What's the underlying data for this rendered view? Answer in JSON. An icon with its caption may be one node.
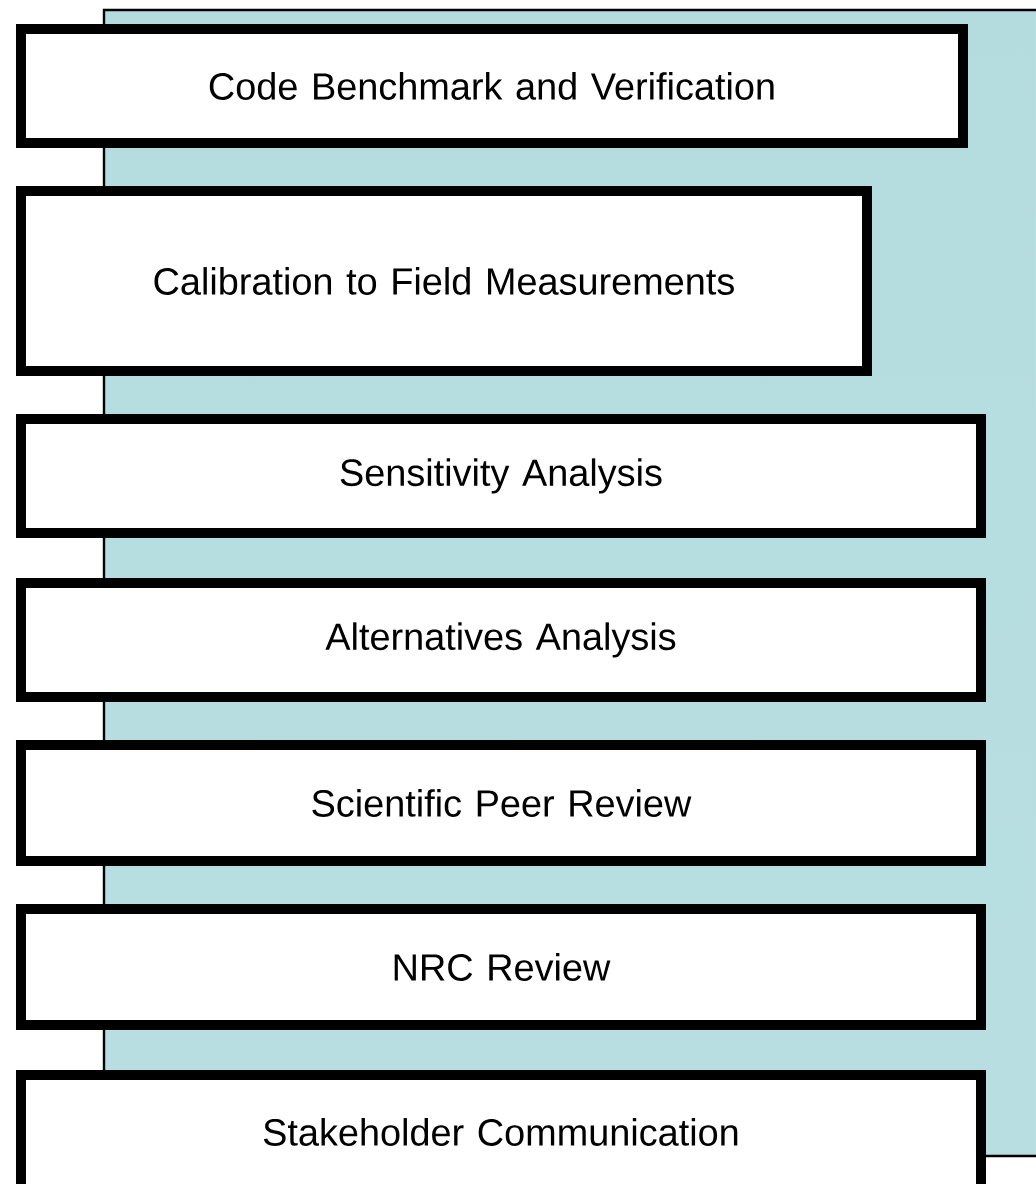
{
  "diagram": {
    "nodes": [
      {
        "text": [
          "Code Benchmark and Verification"
        ]
      },
      {
        "text": [
          "Calibration to Field Measurements"
        ]
      },
      {
        "text": [
          "Sensitivity Analysis"
        ]
      },
      {
        "text": [
          "Alternatives Analysis"
        ]
      },
      {
        "text": [
          "Scientific Peer Review"
        ]
      },
      {
        "text": [
          "NRC Review"
        ]
      },
      {
        "text": [
          "Stakeholder Communication"
        ]
      }
    ]
  }
}
